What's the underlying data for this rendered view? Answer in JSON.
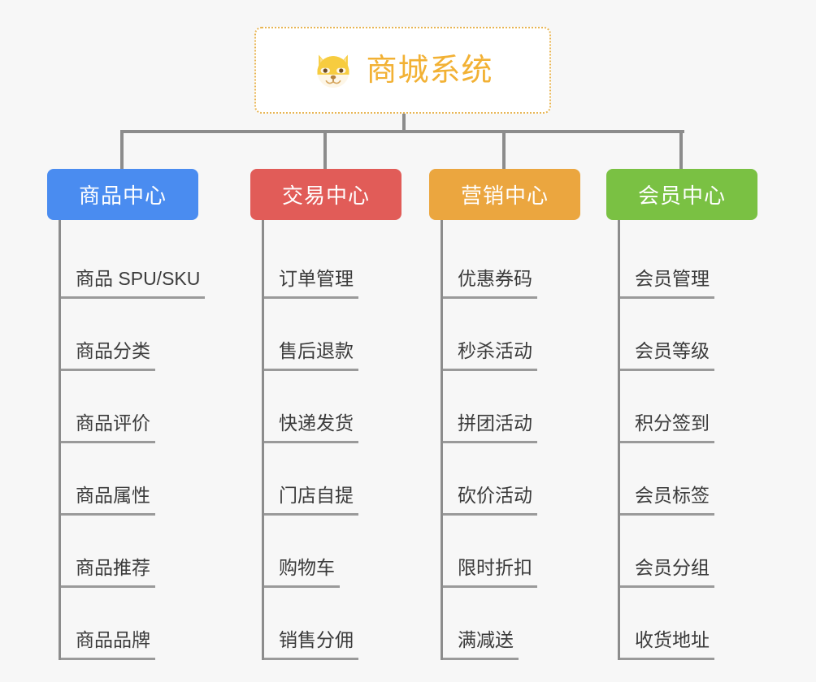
{
  "root": {
    "title": "商城系统",
    "icon": "shiba-dog-emoji",
    "border_color": "#e8b553",
    "text_color": "#f2b134"
  },
  "canvas": {
    "background_color": "#f7f7f7",
    "connector_color": "#8c8c8c"
  },
  "categories": [
    {
      "label": "商品中心",
      "color": "#4a8cf0",
      "items": [
        {
          "label": "商品 SPU/SKU"
        },
        {
          "label": "商品分类"
        },
        {
          "label": "商品评价"
        },
        {
          "label": "商品属性"
        },
        {
          "label": "商品推荐"
        },
        {
          "label": "商品品牌"
        }
      ]
    },
    {
      "label": "交易中心",
      "color": "#e15c58",
      "items": [
        {
          "label": "订单管理"
        },
        {
          "label": "售后退款"
        },
        {
          "label": "快递发货"
        },
        {
          "label": "门店自提"
        },
        {
          "label": "购物车"
        },
        {
          "label": "销售分佣"
        }
      ]
    },
    {
      "label": "营销中心",
      "color": "#eba63f",
      "items": [
        {
          "label": "优惠券码"
        },
        {
          "label": "秒杀活动"
        },
        {
          "label": "拼团活动"
        },
        {
          "label": "砍价活动"
        },
        {
          "label": "限时折扣"
        },
        {
          "label": "满减送"
        }
      ]
    },
    {
      "label": "会员中心",
      "color": "#7ac143",
      "items": [
        {
          "label": "会员管理"
        },
        {
          "label": "会员等级"
        },
        {
          "label": "积分签到"
        },
        {
          "label": "会员标签"
        },
        {
          "label": "会员分组"
        },
        {
          "label": "收货地址"
        }
      ]
    }
  ]
}
